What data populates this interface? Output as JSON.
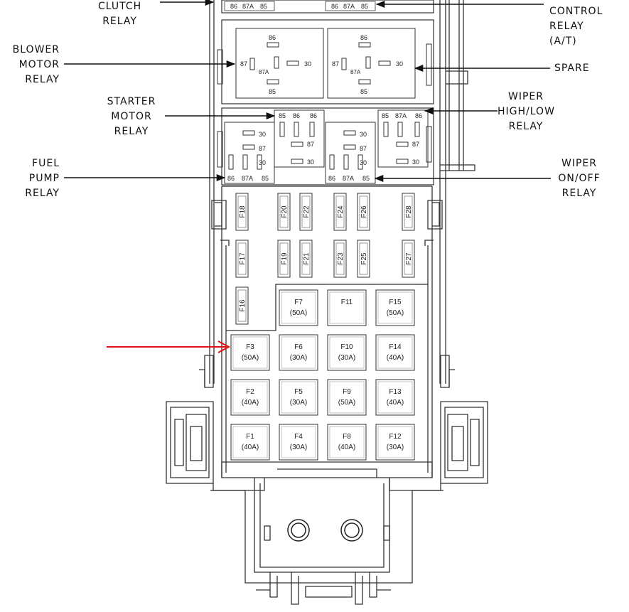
{
  "labels": {
    "clutch": [
      "CLUTCH",
      "RELAY"
    ],
    "control": [
      "CONTROL",
      "RELAY",
      "(A/T)"
    ],
    "blower": [
      "BLOWER",
      "MOTOR",
      "RELAY"
    ],
    "spare": [
      "SPARE"
    ],
    "starter": [
      "STARTER",
      "MOTOR",
      "RELAY"
    ],
    "wiper_hl": [
      "WIPER",
      "HIGH/LOW",
      "RELAY"
    ],
    "fuel": [
      "FUEL",
      "PUMP",
      "RELAY"
    ],
    "wiper_onoff": [
      "WIPER",
      "ON/OFF",
      "RELAY"
    ]
  },
  "pins": {
    "p86": "86",
    "p87a": "87A",
    "p85": "85",
    "p87": "87",
    "p30": "30"
  },
  "mini_fuses": [
    "F16",
    "F17",
    "F18",
    "F19",
    "F20",
    "F21",
    "F22",
    "F23",
    "F24",
    "F25",
    "F26",
    "F27",
    "F28"
  ],
  "maxi_fuses": {
    "F1": [
      "F1",
      "(40A)"
    ],
    "F2": [
      "F2",
      "(40A)"
    ],
    "F3": [
      "F3",
      "(50A)"
    ],
    "F4": [
      "F4",
      "(30A)"
    ],
    "F5": [
      "F5",
      "(30A)"
    ],
    "F6": [
      "F6",
      "(30A)"
    ],
    "F7": [
      "F7",
      "(50A)"
    ],
    "F8": [
      "F8",
      "(40A)"
    ],
    "F9": [
      "F9",
      "(50A)"
    ],
    "F10": [
      "F10",
      "(30A)"
    ],
    "F11": [
      "F11",
      ""
    ],
    "F12": [
      "F12",
      "(30A)"
    ],
    "F13": [
      "F13",
      "(40A)"
    ],
    "F14": [
      "F14",
      "(40A)"
    ],
    "F15": [
      "F15",
      "(50A)"
    ]
  },
  "colors": {
    "line": "#333333",
    "highlight_arrow": "#e01010"
  }
}
